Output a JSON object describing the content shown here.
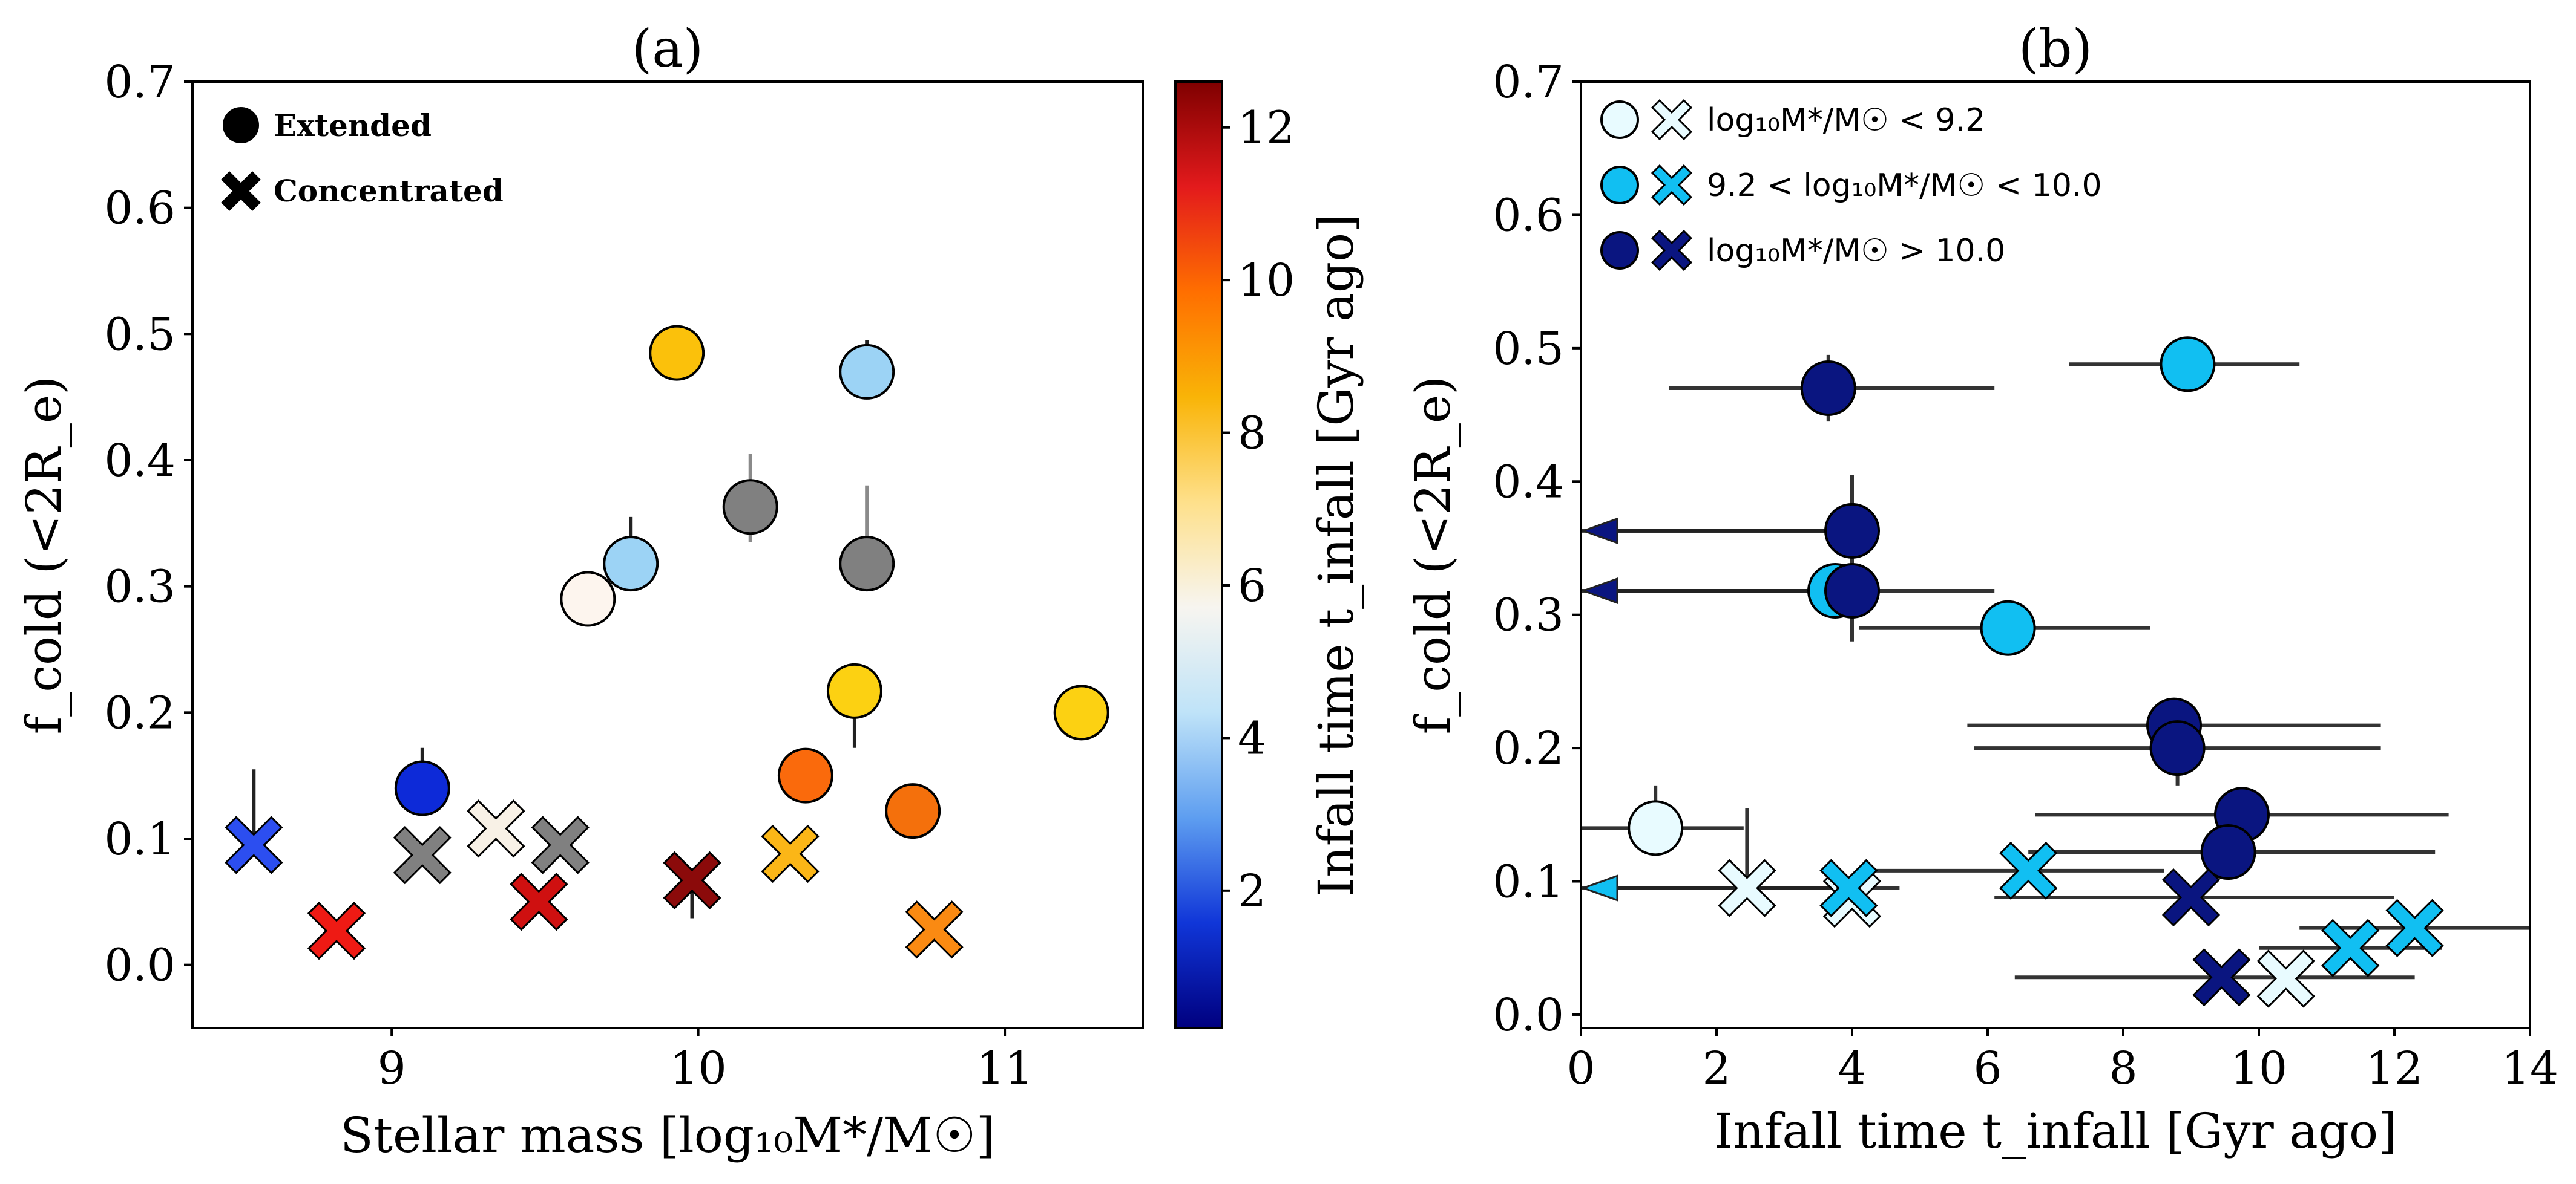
{
  "figure": {
    "cmap_stops": [
      "#00007f",
      "#1036d8",
      "#5e9ef0",
      "#bfe3f8",
      "#f7f5f0",
      "#fee08b",
      "#f9b407",
      "#ff6f00",
      "#e31a1c",
      "#7f0000"
    ]
  },
  "panels": [
    {
      "title": "(a)",
      "legend": [
        {
          "marker": "circle",
          "label": "Extended"
        },
        {
          "marker": "cross",
          "label": "Concentrated"
        }
      ],
      "xlabel": "Stellar mass [log₁₀M*/M☉]",
      "ylabel": "f_cold (<2R_e)",
      "colorbar": {
        "label": "Infall time t_infall [Gyr ago]",
        "range": [
          0.2,
          12.6
        ],
        "ticks": [
          "2",
          "4",
          "6",
          "8",
          "10",
          "12"
        ]
      }
    },
    {
      "title": "(b)",
      "legend": [
        {
          "fill": "#e8fbff",
          "label": "log₁₀M*/M☉ < 9.2"
        },
        {
          "fill": "#11bff2",
          "label": "9.2 < log₁₀M*/M☉ < 10.0"
        },
        {
          "fill": "#0a1580",
          "label": "log₁₀M*/M☉ > 10.0"
        }
      ],
      "xlabel": "Infall time t_infall [Gyr ago]",
      "ylabel": "f_cold (<2R_e)"
    }
  ],
  "chart_data": [
    {
      "type": "scatter",
      "title": "(a)",
      "xlabel": "Stellar mass [log₁₀M*/M☉]",
      "ylabel": "f_cold (<2R_e)",
      "xlim": [
        8.35,
        11.45
      ],
      "ylim": [
        -0.05,
        0.7
      ],
      "xticks": [
        "9",
        "10",
        "11"
      ],
      "yticks": [
        "0.0",
        "0.1",
        "0.2",
        "0.3",
        "0.4",
        "0.5",
        "0.6",
        "0.7"
      ],
      "colorbar_label": "Infall time t_infall [Gyr ago]",
      "colorbar_range": [
        0.2,
        12.6
      ],
      "points": [
        {
          "x": 8.55,
          "y": 0.095,
          "marker": "cross",
          "color": "#2c4ef0",
          "err": [
            0.095,
            0.155
          ]
        },
        {
          "x": 8.82,
          "y": 0.027,
          "marker": "cross",
          "color": "#ee1a14"
        },
        {
          "x": 9.1,
          "y": 0.087,
          "marker": "cross",
          "color": "#808080"
        },
        {
          "x": 9.1,
          "y": 0.14,
          "marker": "circle",
          "color": "#0d2ad8",
          "err": [
            0.14,
            0.172
          ]
        },
        {
          "x": 9.34,
          "y": 0.108,
          "marker": "cross",
          "color": "#f8f1e6"
        },
        {
          "x": 9.48,
          "y": 0.05,
          "marker": "cross",
          "color": "#cf1010"
        },
        {
          "x": 9.55,
          "y": 0.095,
          "marker": "cross",
          "color": "#808080"
        },
        {
          "x": 9.64,
          "y": 0.29,
          "marker": "circle",
          "color": "#fdf5ee"
        },
        {
          "x": 9.78,
          "y": 0.318,
          "marker": "circle",
          "color": "#9cd3f5",
          "err": [
            0.318,
            0.355
          ]
        },
        {
          "x": 9.93,
          "y": 0.485,
          "marker": "circle",
          "color": "#fbc10b"
        },
        {
          "x": 9.98,
          "y": 0.067,
          "marker": "cross",
          "color": "#8b0a0a",
          "err": [
            0.037,
            0.067
          ]
        },
        {
          "x": 10.17,
          "y": 0.363,
          "marker": "circle",
          "color": "#808080",
          "err": [
            0.335,
            0.405
          ]
        },
        {
          "x": 10.3,
          "y": 0.088,
          "marker": "cross",
          "color": "#fbb617"
        },
        {
          "x": 10.35,
          "y": 0.15,
          "marker": "circle",
          "color": "#fa6a0c"
        },
        {
          "x": 10.51,
          "y": 0.217,
          "marker": "circle",
          "color": "#fcd112",
          "err": [
            0.172,
            0.217
          ]
        },
        {
          "x": 10.55,
          "y": 0.47,
          "marker": "circle",
          "color": "#9cd3f5",
          "err": [
            0.47,
            0.495
          ]
        },
        {
          "x": 10.55,
          "y": 0.318,
          "marker": "circle",
          "color": "#808080",
          "err": [
            0.318,
            0.38
          ]
        },
        {
          "x": 10.7,
          "y": 0.122,
          "marker": "circle",
          "color": "#f4700c"
        },
        {
          "x": 10.77,
          "y": 0.028,
          "marker": "cross",
          "color": "#fa8a12"
        },
        {
          "x": 11.25,
          "y": 0.2,
          "marker": "circle",
          "color": "#fcd112"
        }
      ]
    },
    {
      "type": "scatter",
      "title": "(b)",
      "xlabel": "Infall time t_infall [Gyr ago]",
      "ylabel": "f_cold (<2R_e)",
      "xlim": [
        0,
        14
      ],
      "ylim": [
        -0.01,
        0.7
      ],
      "xticks": [
        "0",
        "2",
        "4",
        "6",
        "8",
        "10",
        "12",
        "14"
      ],
      "yticks": [
        "0.0",
        "0.1",
        "0.2",
        "0.3",
        "0.4",
        "0.5",
        "0.6",
        "0.7"
      ],
      "series": [
        {
          "name": "log₁₀M*/M☉ < 9.2",
          "color": "#e8fbff",
          "points": [
            {
              "x": 1.1,
              "y": 0.14,
              "marker": "circle",
              "xerr": [
                0,
                2.4
              ],
              "yerr": [
                0.14,
                0.172
              ]
            },
            {
              "x": 2.45,
              "y": 0.095,
              "marker": "cross",
              "xerr": [
                0,
                2.45
              ],
              "yerr": [
                0.095,
                0.155
              ],
              "upper_limit": true
            },
            {
              "x": 10.4,
              "y": 0.027,
              "marker": "cross"
            },
            {
              "x": 4.0,
              "y": 0.087,
              "marker": "cross"
            }
          ]
        },
        {
          "name": "9.2 < log₁₀M*/M☉ < 10.0",
          "color": "#11bff2",
          "points": [
            {
              "x": 8.95,
              "y": 0.488,
              "marker": "circle",
              "xerr": [
                7.2,
                10.6
              ]
            },
            {
              "x": 3.75,
              "y": 0.318,
              "marker": "circle"
            },
            {
              "x": 6.3,
              "y": 0.29,
              "marker": "circle",
              "xerr": [
                4.1,
                8.4
              ]
            },
            {
              "x": 3.95,
              "y": 0.095,
              "marker": "cross",
              "xerr": [
                0,
                4.7
              ],
              "upper_limit": true
            },
            {
              "x": 6.6,
              "y": 0.108,
              "marker": "cross",
              "xerr": [
                4.3,
                8.6
              ]
            },
            {
              "x": 11.35,
              "y": 0.05,
              "marker": "cross",
              "xerr": [
                10.0,
                12.7
              ]
            },
            {
              "x": 12.3,
              "y": 0.065,
              "marker": "cross",
              "xerr": [
                10.6,
                14.0
              ]
            }
          ]
        },
        {
          "name": "log₁₀M*/M☉ > 10.0",
          "color": "#0a1580",
          "points": [
            {
              "x": 3.65,
              "y": 0.47,
              "marker": "circle",
              "xerr": [
                1.3,
                6.1
              ],
              "yerr": [
                0.445,
                0.495
              ]
            },
            {
              "x": 4.0,
              "y": 0.363,
              "marker": "circle",
              "xerr": [
                0,
                4.0
              ],
              "yerr": [
                0.335,
                0.405
              ],
              "upper_limit": true
            },
            {
              "x": 4.0,
              "y": 0.318,
              "marker": "circle",
              "xerr": [
                0,
                6.1
              ],
              "yerr": [
                0.28,
                0.38
              ],
              "upper_limit": true
            },
            {
              "x": 8.75,
              "y": 0.217,
              "marker": "circle",
              "xerr": [
                5.7,
                11.8
              ]
            },
            {
              "x": 8.8,
              "y": 0.2,
              "marker": "circle",
              "xerr": [
                5.8,
                11.8
              ],
              "yerr": [
                0.172,
                0.2
              ]
            },
            {
              "x": 9.75,
              "y": 0.15,
              "marker": "circle",
              "xerr": [
                6.7,
                12.8
              ]
            },
            {
              "x": 9.55,
              "y": 0.122,
              "marker": "circle",
              "xerr": [
                6.6,
                12.6
              ]
            },
            {
              "x": 9.0,
              "y": 0.088,
              "marker": "cross",
              "xerr": [
                6.1,
                12.0
              ]
            },
            {
              "x": 9.45,
              "y": 0.028,
              "marker": "cross",
              "xerr": [
                6.4,
                12.3
              ]
            }
          ]
        }
      ]
    }
  ]
}
